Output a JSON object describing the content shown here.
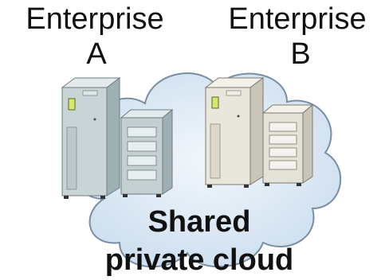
{
  "enterprise_a": {
    "line1": "Enterprise",
    "line2": "A"
  },
  "enterprise_b": {
    "line1": "Enterprise",
    "line2": "B"
  },
  "cloud": {
    "line1": "Shared",
    "line2": "private cloud",
    "fill_color": "#d4e4f2",
    "stroke_color": "#7a8ea3"
  },
  "servers": {
    "a_tower_color": "#c9d4d6",
    "a_cabinet_color": "#c4cfd1",
    "b_tower_color": "#e9e6dc",
    "b_cabinet_color": "#e4e1d6"
  }
}
